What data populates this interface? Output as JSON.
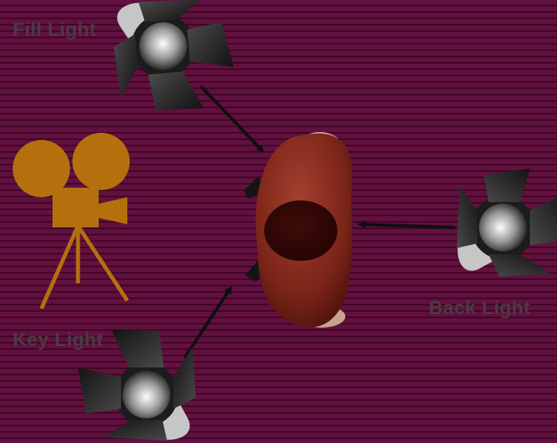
{
  "labels": {
    "fill_light": "Fill Light",
    "key_light": "Key Light",
    "back_light": "Back Light"
  },
  "icons": {
    "camera": "movie-camera-icon",
    "fill": "spotlight-icon",
    "key": "spotlight-icon",
    "back": "spotlight-icon",
    "subject": "person-top-view-icon"
  },
  "colors": {
    "background": "#5a0a36",
    "background_stripe": "#3f0724",
    "label_text": "#4b3a44",
    "camera": "#b5700e",
    "subject": "#8e2a1f",
    "arrow": "#0f0f0f"
  }
}
